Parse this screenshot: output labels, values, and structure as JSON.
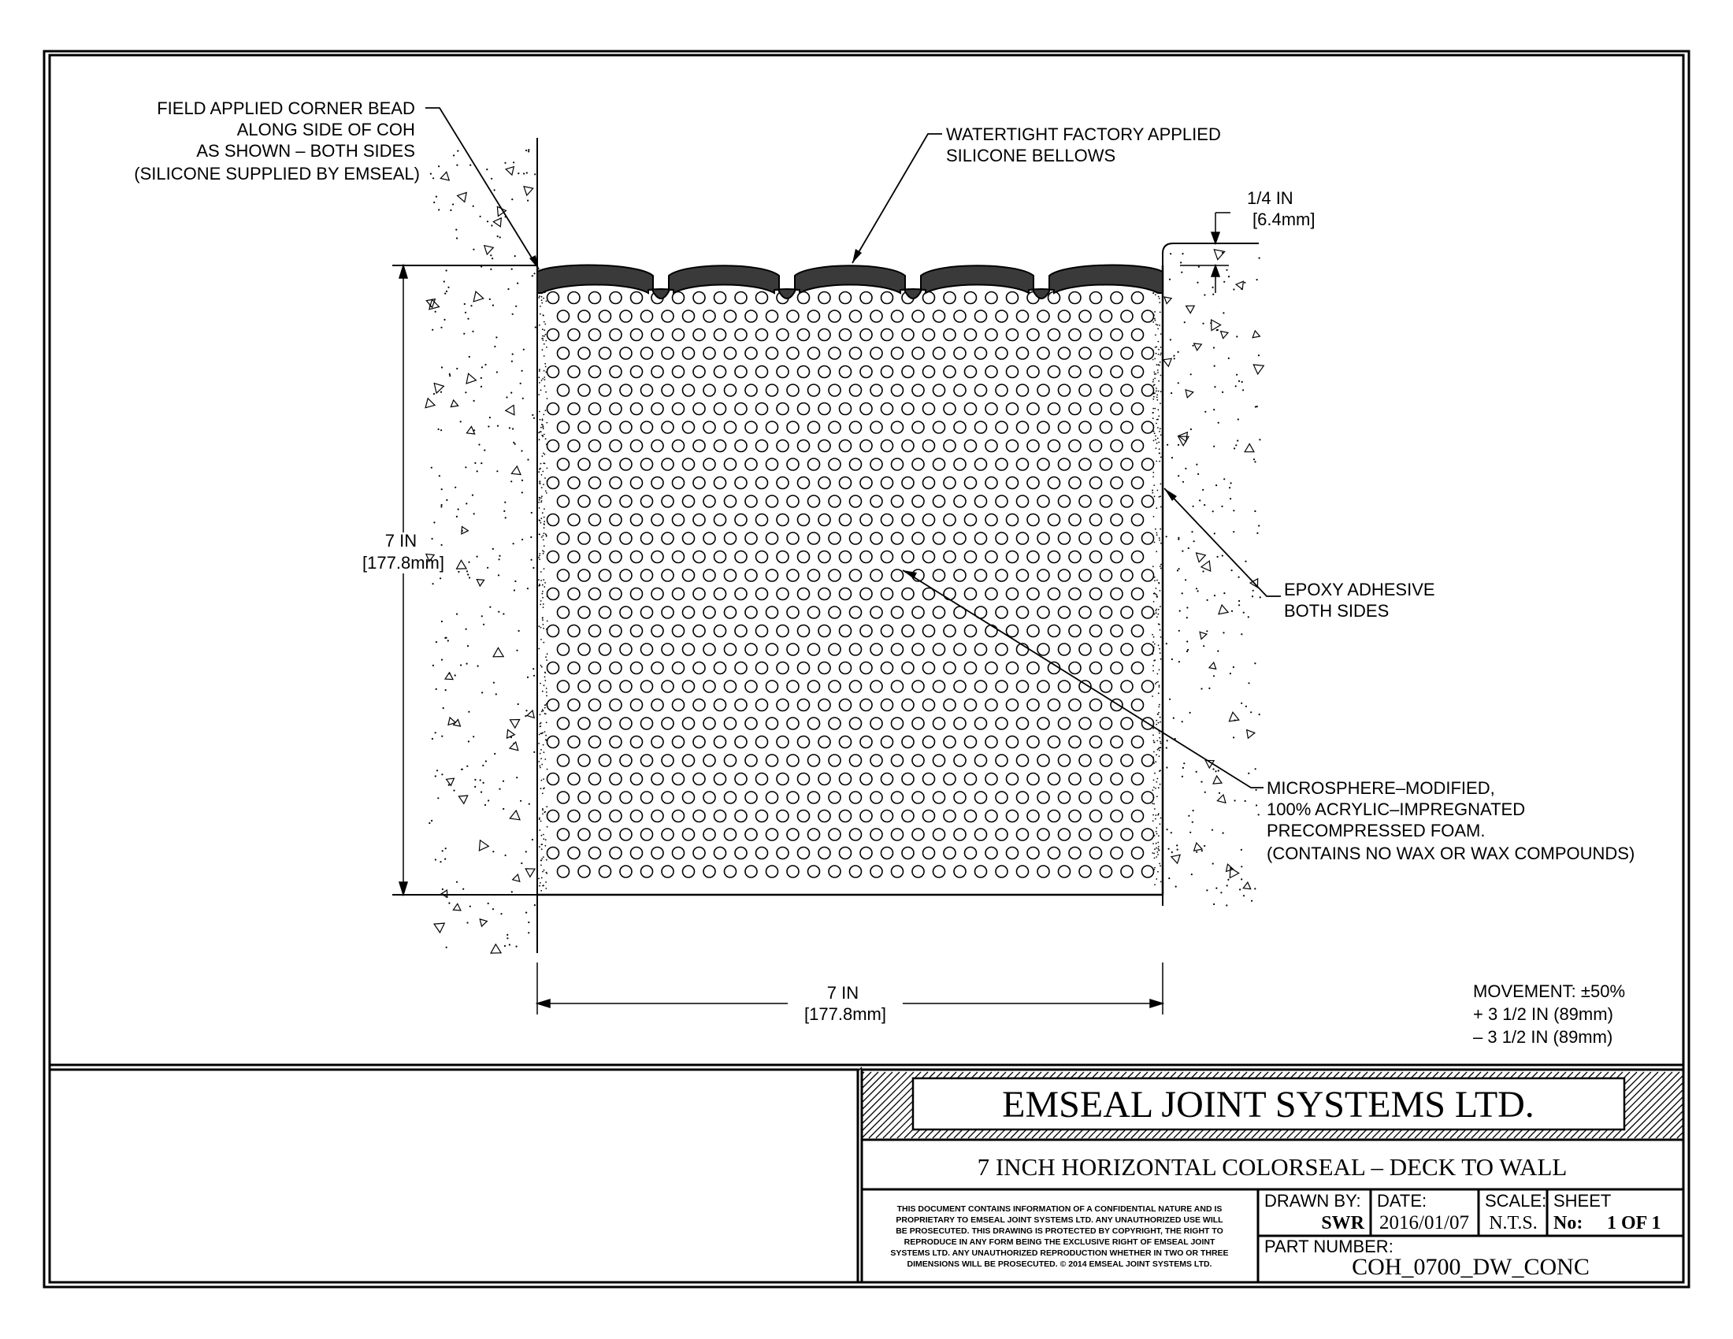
{
  "notes": {
    "corner_bead": [
      "FIELD APPLIED CORNER BEAD",
      "ALONG SIDE OF COH",
      "AS SHOWN – BOTH SIDES",
      "(SILICONE SUPPLIED BY EMSEAL)"
    ],
    "bellows": [
      "WATERTIGHT FACTORY APPLIED",
      "SILICONE BELLOWS"
    ],
    "recess": [
      "1/4 IN",
      "[6.4mm]"
    ],
    "epoxy": [
      "EPOXY ADHESIVE",
      "BOTH SIDES"
    ],
    "foam": [
      "MICROSPHERE–MODIFIED,",
      "100% ACRYLIC–IMPREGNATED",
      "PRECOMPRESSED FOAM.",
      "(CONTAINS NO WAX OR WAX COMPOUNDS)"
    ],
    "movement": [
      "MOVEMENT: ±50%",
      "+ 3 1/2 IN (89mm)",
      "– 3 1/2 IN (89mm)"
    ]
  },
  "dimensions": {
    "depth": [
      "7 IN",
      "[177.8mm]"
    ],
    "width": [
      "7 IN",
      "[177.8mm]"
    ]
  },
  "title_block": {
    "company": "EMSEAL JOINT SYSTEMS LTD.",
    "drawing_title": "7 INCH HORIZONTAL COLORSEAL – DECK TO WALL",
    "disclaimer": [
      "THIS DOCUMENT CONTAINS INFORMATION OF A CONFIDENTIAL NATURE AND IS",
      "PROPRIETARY TO EMSEAL JOINT SYSTEMS LTD. ANY UNAUTHORIZED USE WILL",
      "BE PROSECUTED. THIS DRAWING IS PROTECTED BY COPYRIGHT, THE RIGHT TO",
      "REPRODUCE IN ANY FORM BEING THE EXCLUSIVE RIGHT OF EMSEAL JOINT",
      "SYSTEMS LTD. ANY UNAUTHORIZED REPRODUCTION WHETHER IN TWO OR THREE",
      "DIMENSIONS WILL BE PROSECUTED. © 2014 EMSEAL JOINT SYSTEMS LTD."
    ],
    "drawn_by_label": "DRAWN BY:",
    "drawn_by": "SWR",
    "date_label": "DATE:",
    "date": "2016/01/07",
    "scale_label": "SCALE:",
    "scale": "N.T.S.",
    "sheet_label": "SHEET",
    "sheet_no_label": "No:",
    "sheet": "1 OF 1",
    "part_number_label": "PART NUMBER:",
    "part_number": "COH_0700_DW_CONC"
  }
}
